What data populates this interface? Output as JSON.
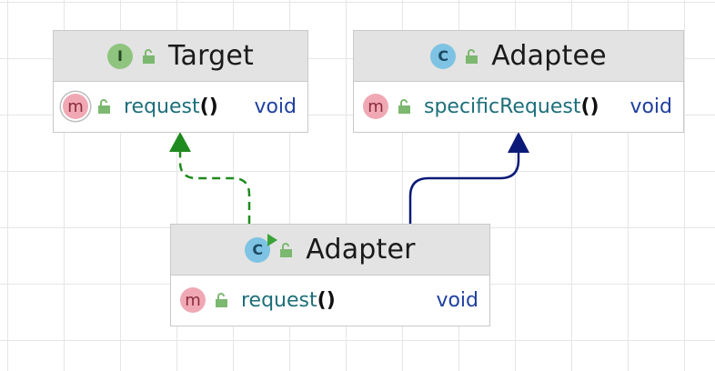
{
  "diagram": {
    "classes": [
      {
        "id": "target",
        "name": "Target",
        "kind": "interface",
        "kind_letter": "I",
        "members": [
          {
            "name": "request",
            "parens": "()",
            "type": "void"
          }
        ]
      },
      {
        "id": "adaptee",
        "name": "Adaptee",
        "kind": "class",
        "kind_letter": "C",
        "members": [
          {
            "name": "specificRequest",
            "parens": "()",
            "type": "void"
          }
        ]
      },
      {
        "id": "adapter",
        "name": "Adapter",
        "kind": "class",
        "kind_letter": "C",
        "members": [
          {
            "name": "request",
            "parens": "()",
            "type": "void"
          }
        ]
      }
    ],
    "method_letter": "m",
    "relationships": [
      {
        "from": "Adapter",
        "to": "Target",
        "kind": "realization",
        "line": "dashed",
        "color": "#1f8a1f"
      },
      {
        "from": "Adapter",
        "to": "Adaptee",
        "kind": "generalization",
        "line": "solid",
        "color": "#0b1a78"
      }
    ],
    "colors": {
      "header_bg": "#e3e3e3",
      "border": "#c9c9c9",
      "member_name": "#1d6f7a",
      "member_type": "#1f3fa0",
      "interface_badge": "#8fc47e",
      "class_badge": "#7ec3e3",
      "method_badge": "#f0a9b4",
      "lock_icon": "#7cb86f"
    },
    "icons": {
      "interface": "interface-icon",
      "class": "class-icon",
      "runnable_class": "runnable-class-icon",
      "method": "method-icon",
      "visibility": "public-lock-icon"
    }
  }
}
